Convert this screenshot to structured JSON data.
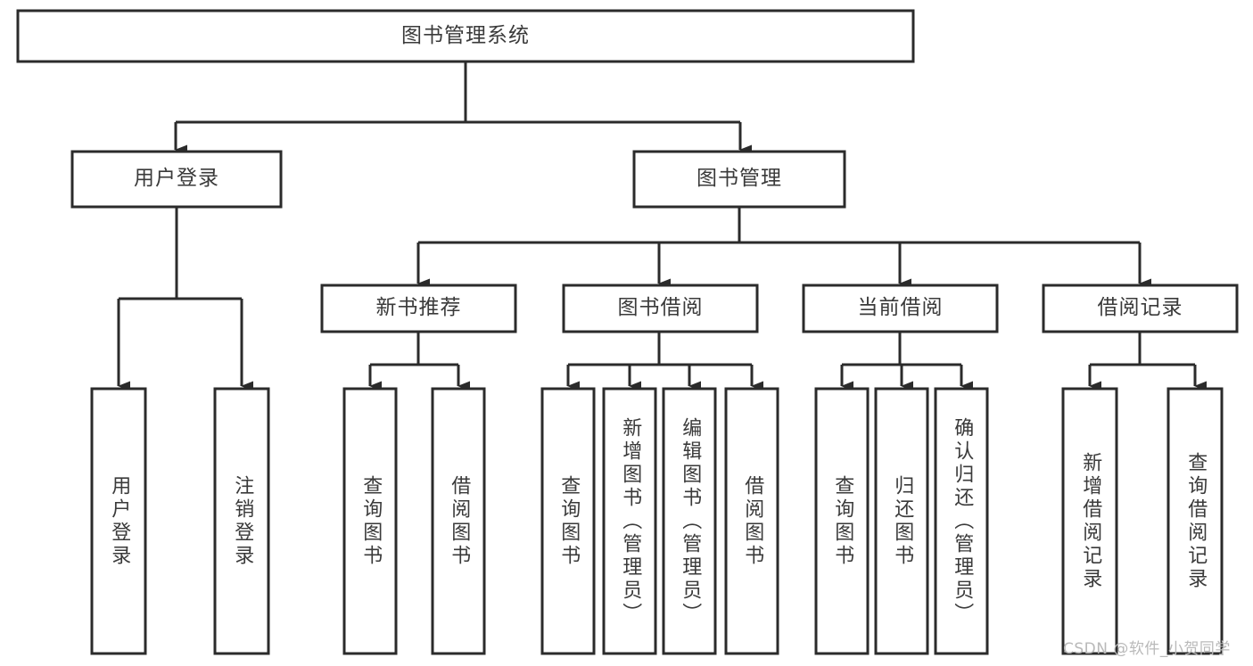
{
  "diagram": {
    "title": "图书管理系统",
    "type": "hierarchy-tree",
    "orientation": "top-down",
    "colors": {
      "stroke": "#2b2b2b",
      "fill": "#ffffff",
      "text": "#3a3a3a",
      "watermark": "#b9b9b9",
      "background": "#ffffff"
    },
    "levels": 3
  },
  "root": {
    "label": "图书管理系统"
  },
  "branches": [
    {
      "label": "用户登录",
      "children": [
        {
          "label": "用户登录"
        },
        {
          "label": "注销登录"
        }
      ]
    },
    {
      "label": "图书管理",
      "groups": [
        {
          "label": "新书推荐",
          "children": [
            {
              "label": "查询图书"
            },
            {
              "label": "借阅图书"
            }
          ]
        },
        {
          "label": "图书借阅",
          "children": [
            {
              "label": "查询图书"
            },
            {
              "label": "新增图书（管理员）"
            },
            {
              "label": "编辑图书（管理员）"
            },
            {
              "label": "借阅图书"
            }
          ]
        },
        {
          "label": "当前借阅",
          "children": [
            {
              "label": "查询图书"
            },
            {
              "label": "归还图书"
            },
            {
              "label": "确认归还（管理员）"
            }
          ]
        },
        {
          "label": "借阅记录",
          "children": [
            {
              "label": "新增借阅记录"
            },
            {
              "label": "查询借阅记录"
            }
          ]
        }
      ]
    }
  ],
  "watermark": {
    "text": "CSDN @软件_小贺同学"
  }
}
